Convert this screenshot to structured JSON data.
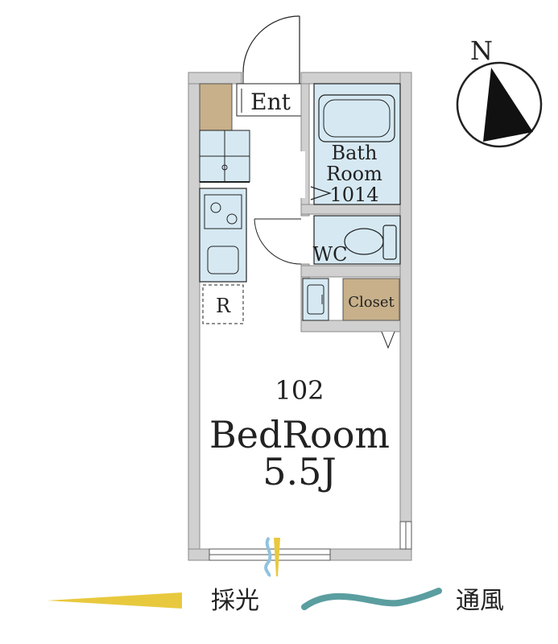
{
  "colors": {
    "wall": "#d0d0d0",
    "wall_edge": "#8a8a8a",
    "wet_area": "#d6e9f3",
    "storage": "#c7b08a",
    "line": "#222222",
    "sunlight": "#e8c93e",
    "ventilation": "#5b9ea0"
  },
  "floor_plan": {
    "entrance_label": "Ent",
    "bathroom_label_line1": "Bath",
    "bathroom_label_line2": "Room",
    "bathroom_size": "1014",
    "toilet_label": "WC",
    "closet_label": "Closet",
    "fridge_label": "R",
    "room_number": "102",
    "room_name": "BedRoom",
    "room_size": "5.5J"
  },
  "compass": {
    "north_label": "N"
  },
  "legend": {
    "sunlight_label": "採光",
    "ventilation_label": "通風"
  }
}
